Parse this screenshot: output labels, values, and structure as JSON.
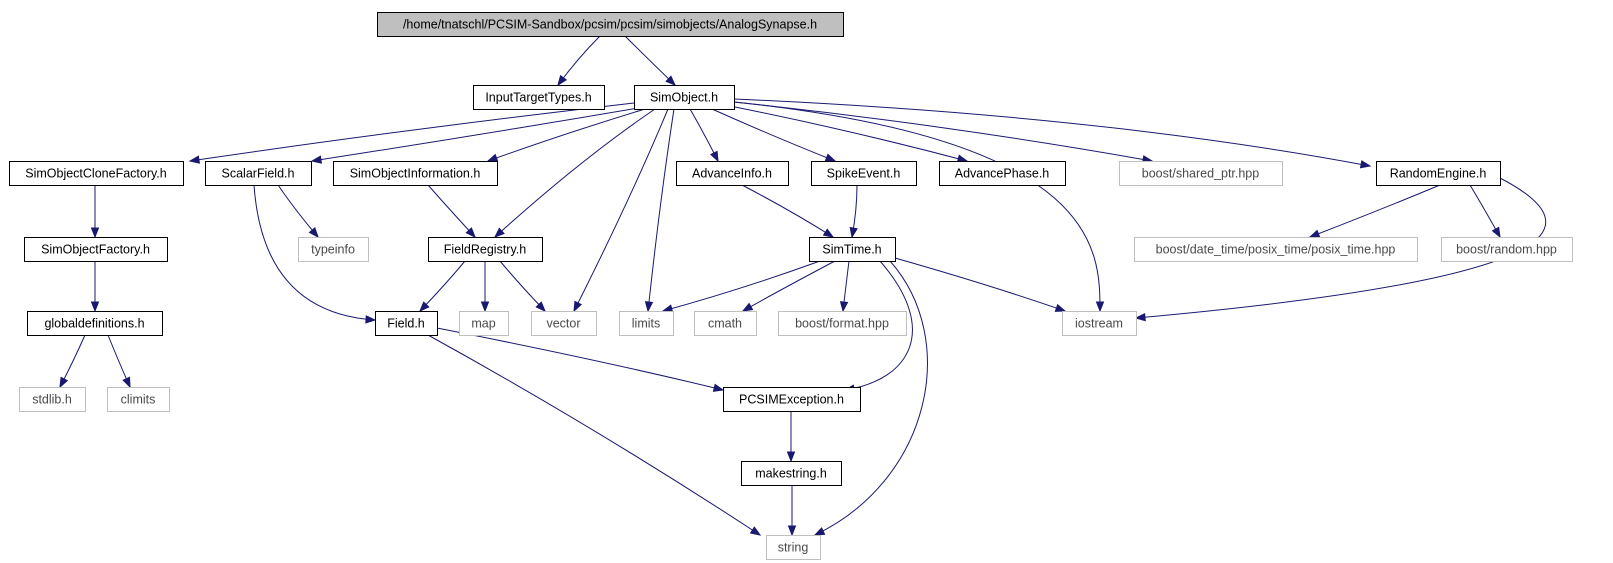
{
  "colors": {
    "edge": "#191970",
    "root_fill": "#bfbfbf",
    "node_border": "#000000",
    "system_border": "#bfbfbf",
    "background": "#ffffff"
  },
  "nodes": [
    {
      "id": "root",
      "label": "/home/tnatschl/PCSIM-Sandbox/pcsim/pcsim/simobjects/AnalogSynapse.h",
      "kind": "root"
    },
    {
      "id": "inputtargettypes",
      "label": "InputTargetTypes.h",
      "kind": "local"
    },
    {
      "id": "simobject",
      "label": "SimObject.h",
      "kind": "local"
    },
    {
      "id": "simobjectclonefactory",
      "label": "SimObjectCloneFactory.h",
      "kind": "local"
    },
    {
      "id": "scalarfield",
      "label": "ScalarField.h",
      "kind": "local"
    },
    {
      "id": "simobjectinformation",
      "label": "SimObjectInformation.h",
      "kind": "local"
    },
    {
      "id": "advanceinfo",
      "label": "AdvanceInfo.h",
      "kind": "local"
    },
    {
      "id": "spikeevent",
      "label": "SpikeEvent.h",
      "kind": "local"
    },
    {
      "id": "advancephase",
      "label": "AdvancePhase.h",
      "kind": "local"
    },
    {
      "id": "shared_ptr",
      "label": "boost/shared_ptr.hpp",
      "kind": "system"
    },
    {
      "id": "randomengine",
      "label": "RandomEngine.h",
      "kind": "local"
    },
    {
      "id": "simobjectfactory",
      "label": "SimObjectFactory.h",
      "kind": "local"
    },
    {
      "id": "typeinfo",
      "label": "typeinfo",
      "kind": "system"
    },
    {
      "id": "fieldregistry",
      "label": "FieldRegistry.h",
      "kind": "local"
    },
    {
      "id": "simtime",
      "label": "SimTime.h",
      "kind": "local"
    },
    {
      "id": "posix_time",
      "label": "boost/date_time/posix_time/posix_time.hpp",
      "kind": "system"
    },
    {
      "id": "boostrandom",
      "label": "boost/random.hpp",
      "kind": "system"
    },
    {
      "id": "globaldefinitions",
      "label": "globaldefinitions.h",
      "kind": "local"
    },
    {
      "id": "field",
      "label": "Field.h",
      "kind": "local"
    },
    {
      "id": "map",
      "label": "map",
      "kind": "system"
    },
    {
      "id": "vector",
      "label": "vector",
      "kind": "system"
    },
    {
      "id": "limits",
      "label": "limits",
      "kind": "system"
    },
    {
      "id": "cmath",
      "label": "cmath",
      "kind": "system"
    },
    {
      "id": "boostformat",
      "label": "boost/format.hpp",
      "kind": "system"
    },
    {
      "id": "iostream",
      "label": "iostream",
      "kind": "system"
    },
    {
      "id": "stdlib",
      "label": "stdlib.h",
      "kind": "system"
    },
    {
      "id": "climits",
      "label": "climits",
      "kind": "system"
    },
    {
      "id": "pcsimexception",
      "label": "PCSIMException.h",
      "kind": "local"
    },
    {
      "id": "makestring",
      "label": "makestring.h",
      "kind": "local"
    },
    {
      "id": "string",
      "label": "string",
      "kind": "system"
    }
  ],
  "edges": [
    [
      "root",
      "inputtargettypes"
    ],
    [
      "root",
      "simobject"
    ],
    [
      "simobject",
      "simobjectclonefactory"
    ],
    [
      "simobject",
      "scalarfield"
    ],
    [
      "simobject",
      "simobjectinformation"
    ],
    [
      "simobject",
      "fieldregistry"
    ],
    [
      "simobject",
      "vector"
    ],
    [
      "simobject",
      "limits"
    ],
    [
      "simobject",
      "advanceinfo"
    ],
    [
      "simobject",
      "spikeevent"
    ],
    [
      "simobject",
      "advancephase"
    ],
    [
      "simobject",
      "shared_ptr"
    ],
    [
      "simobject",
      "iostream"
    ],
    [
      "simobject",
      "randomengine"
    ],
    [
      "simobjectclonefactory",
      "simobjectfactory"
    ],
    [
      "simobjectfactory",
      "globaldefinitions"
    ],
    [
      "globaldefinitions",
      "stdlib"
    ],
    [
      "globaldefinitions",
      "climits"
    ],
    [
      "scalarfield",
      "typeinfo"
    ],
    [
      "scalarfield",
      "field"
    ],
    [
      "simobjectinformation",
      "fieldregistry"
    ],
    [
      "fieldregistry",
      "field"
    ],
    [
      "fieldregistry",
      "map"
    ],
    [
      "fieldregistry",
      "vector"
    ],
    [
      "advanceinfo",
      "simtime"
    ],
    [
      "spikeevent",
      "simtime"
    ],
    [
      "simtime",
      "limits"
    ],
    [
      "simtime",
      "cmath"
    ],
    [
      "simtime",
      "boostformat"
    ],
    [
      "simtime",
      "iostream"
    ],
    [
      "simtime",
      "pcsimexception"
    ],
    [
      "simtime",
      "string"
    ],
    [
      "randomengine",
      "posix_time"
    ],
    [
      "randomengine",
      "boostrandom"
    ],
    [
      "randomengine",
      "iostream"
    ],
    [
      "field",
      "pcsimexception"
    ],
    [
      "field",
      "string"
    ],
    [
      "pcsimexception",
      "makestring"
    ],
    [
      "makestring",
      "string"
    ]
  ]
}
